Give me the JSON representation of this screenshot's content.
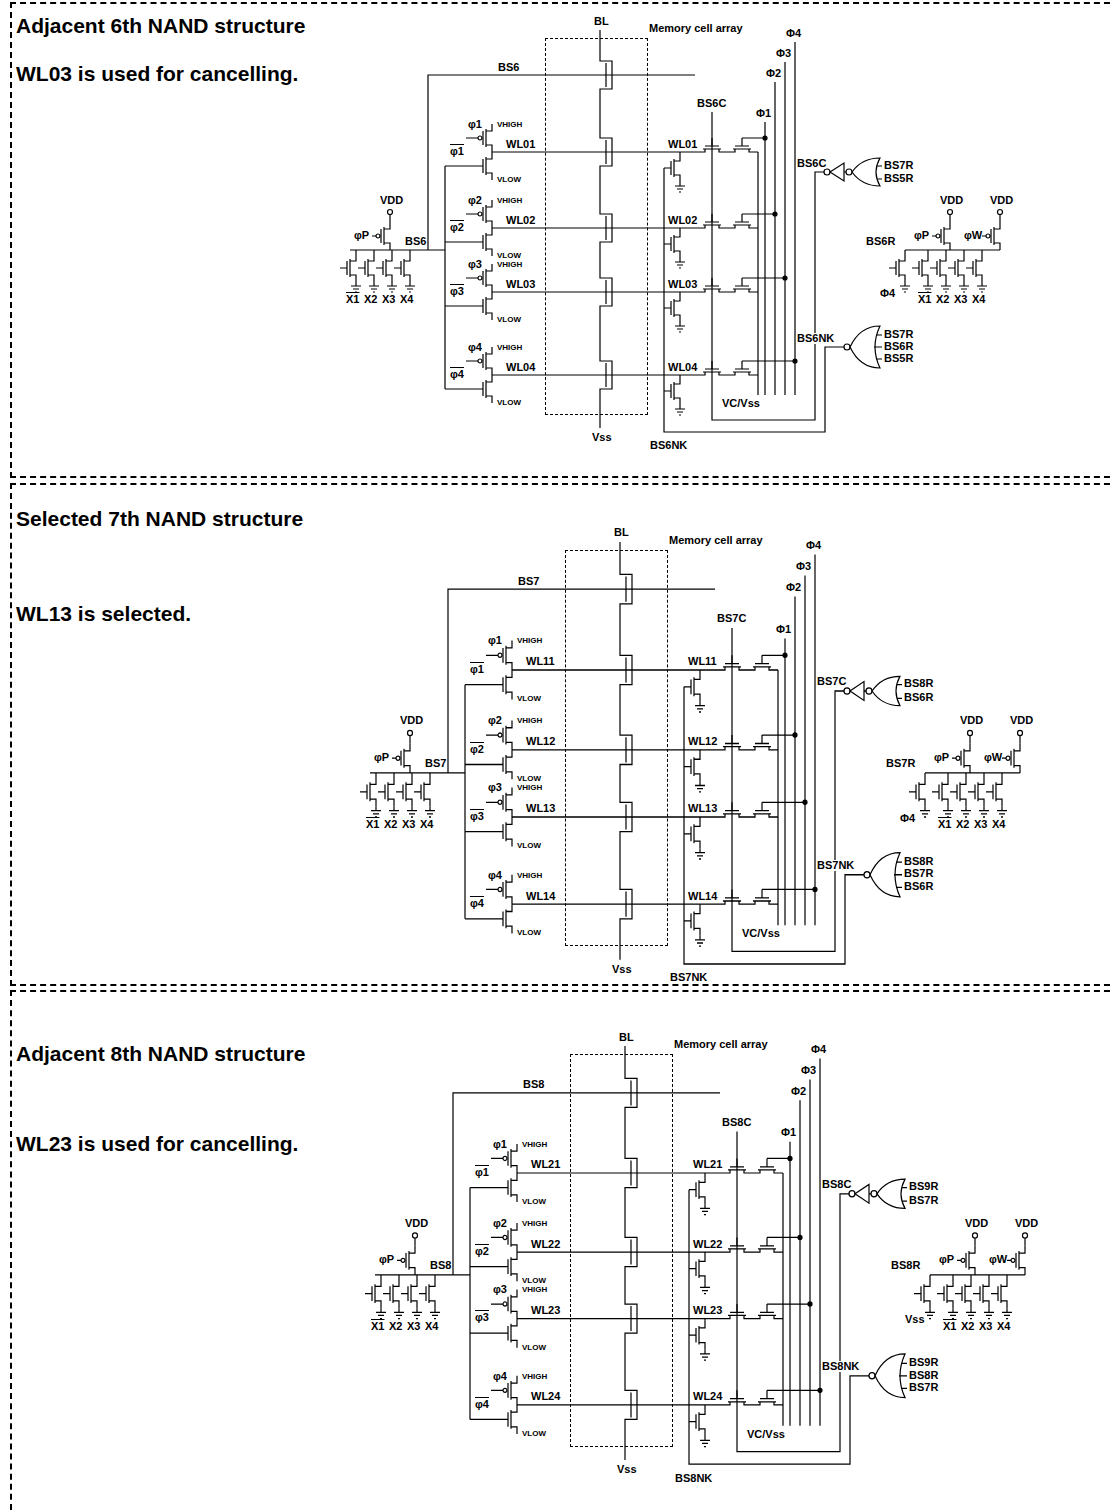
{
  "diagram": {
    "nodes": [
      {
        "text": [
          "Adjacent 6th NAND structure",
          "WL03 is used for cancelling."
        ]
      },
      {
        "text": [
          "Memory cell array"
        ],
        "in": 0
      },
      {
        "text": [
          "Selected 7th NAND structure",
          "WL13 is selected."
        ]
      },
      {
        "text": [
          "Memory cell array"
        ],
        "in": 2
      },
      {
        "text": [
          "Adjacent 8th NAND structure",
          "WL23 is used for cancelling."
        ]
      },
      {
        "text": [
          "Memory cell array"
        ],
        "in": 4
      }
    ],
    "labels": [
      "BL",
      "BS6",
      "Φ4",
      "Φ3",
      "Φ2",
      "BS6C",
      "Φ1",
      "φ1",
      "VHIGH",
      "φ1",
      "WL01",
      "WL01",
      "VLOW",
      "φ2",
      "VHIGH",
      "φ2",
      "WL02",
      "WL02",
      "VLOW",
      "φ3",
      "VHIGH",
      "φ3",
      "WL03",
      "WL03",
      "VLOW",
      "φ4",
      "VHIGH",
      "φ4",
      "WL04",
      "WL04",
      "VLOW",
      "VDD",
      "φP",
      "BS6",
      "X1",
      "X2",
      "X3",
      "X4",
      "BS6C",
      "BS7R",
      "BS5R",
      "VDD",
      "VDD",
      "φP",
      "φW",
      "BS6R",
      "Φ4",
      "X1",
      "X2",
      "X3",
      "X4",
      "BS6NK",
      "BS7R",
      "BS6R",
      "BS5R",
      "VC/Vss",
      "Vss",
      "BS6NK",
      "BL",
      "BS7",
      "Φ4",
      "Φ3",
      "Φ2",
      "BS7C",
      "Φ1",
      "φ1",
      "VHIGH",
      "φ1",
      "WL11",
      "WL11",
      "VLOW",
      "φ2",
      "VHIGH",
      "φ2",
      "WL12",
      "WL12",
      "VLOW",
      "φ3",
      "VHIGH",
      "φ3",
      "WL13",
      "WL13",
      "VLOW",
      "φ4",
      "VHIGH",
      "φ4",
      "WL14",
      "WL14",
      "VLOW",
      "VDD",
      "φP",
      "BS7",
      "X1",
      "X2",
      "X3",
      "X4",
      "BS7C",
      "BS8R",
      "BS6R",
      "VDD",
      "VDD",
      "φP",
      "φW",
      "BS7R",
      "Φ4",
      "X1",
      "X2",
      "X3",
      "X4",
      "BS7NK",
      "BS8R",
      "BS7R",
      "BS6R",
      "VC/Vss",
      "Vss",
      "BS7NK",
      "BL",
      "BS8",
      "Φ4",
      "Φ3",
      "Φ2",
      "BS8C",
      "Φ1",
      "φ1",
      "VHIGH",
      "φ1",
      "WL21",
      "WL21",
      "VLOW",
      "φ2",
      "VHIGH",
      "φ2",
      "WL22",
      "WL22",
      "VLOW",
      "φ3",
      "VHIGH",
      "φ3",
      "WL23",
      "WL23",
      "VLOW",
      "φ4",
      "VHIGH",
      "φ4",
      "WL24",
      "WL24",
      "VLOW",
      "VDD",
      "φP",
      "BS8",
      "X1",
      "X2",
      "X3",
      "X4",
      "BS8C",
      "BS9R",
      "BS7R",
      "VDD",
      "VDD",
      "φP",
      "φW",
      "BS8R",
      "Vss",
      "X1",
      "X2",
      "X3",
      "X4",
      "BS8NK",
      "BS9R",
      "BS8R",
      "BS7R",
      "VC/Vss",
      "Vss",
      "BS8NK"
    ]
  }
}
